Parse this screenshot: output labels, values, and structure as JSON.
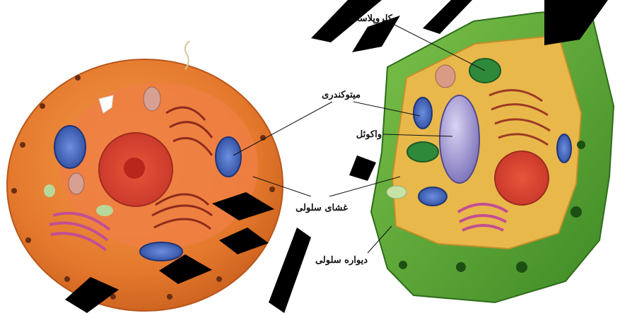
{
  "labels": {
    "chloroplast": "کلروپلاست",
    "mitochondria": "میتوکندری",
    "vacuole": "واکوئل",
    "cell_membrane": "غشای سلولی",
    "cell_wall": "دیواره سلولی"
  },
  "colors": {
    "watermark": "#000000",
    "cell_wall": "#4f9a2c",
    "animal_cytoplasm": "#e87d2e",
    "plant_cytoplasm": "#e9b84a",
    "nucleus": "#d9542b",
    "mitochondrion": "#3b5fb0",
    "vacuole": "#9a90c8",
    "chloroplast": "#2e8a3a",
    "golgi": "#d55aa0"
  }
}
